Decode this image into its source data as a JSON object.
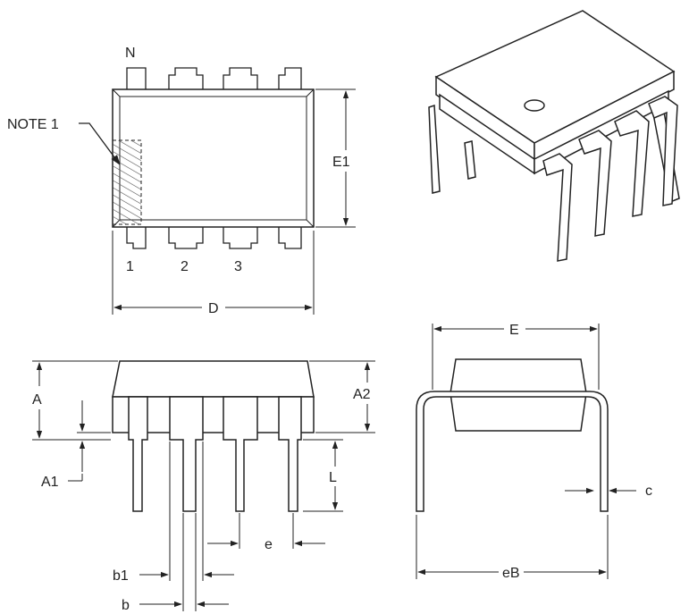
{
  "labels": {
    "note1": "NOTE 1",
    "pin_n": "N",
    "pin_1": "1",
    "pin_2": "2",
    "pin_3": "3",
    "dim_D": "D",
    "dim_E1": "E1",
    "dim_E": "E",
    "dim_A": "A",
    "dim_A1": "A1",
    "dim_A2": "A2",
    "dim_L": "L",
    "dim_e": "e",
    "dim_b1": "b1",
    "dim_b": "b",
    "dim_c": "c",
    "dim_eB": "eB"
  },
  "colors": {
    "line": "#222222",
    "background": "#ffffff",
    "hatch": "#555555"
  }
}
